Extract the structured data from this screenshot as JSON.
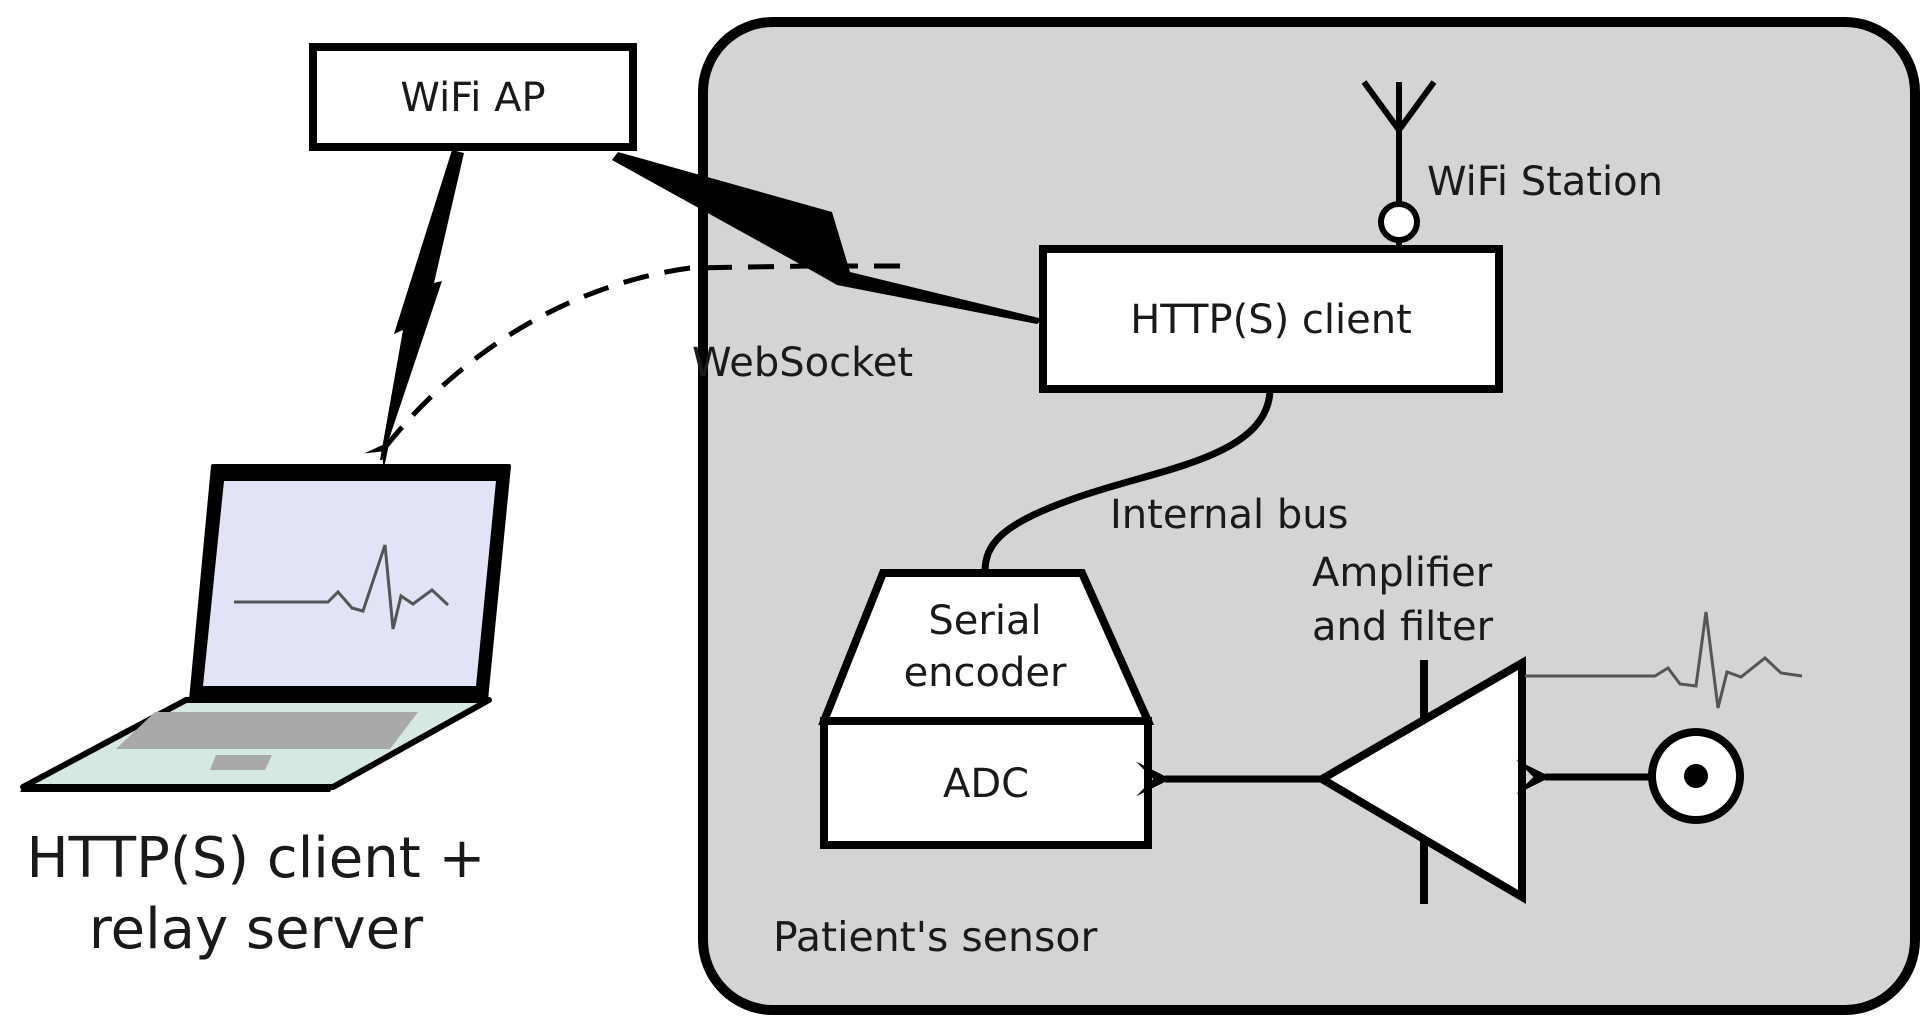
{
  "nodes": {
    "wifi_ap": "WiFi AP",
    "http_client": "HTTP(S) client",
    "serial_encoder": [
      "Serial",
      "encoder"
    ],
    "adc": "ADC",
    "laptop_caption": [
      "HTTP(S) client +",
      "relay server"
    ]
  },
  "labels": {
    "wifi_station": "WiFi Station",
    "websocket": "WebSocket",
    "internal_bus": "Internal bus",
    "amplifier": [
      "Amplifier",
      "and filter"
    ],
    "sensor_region": "Patient's sensor"
  },
  "icons": [
    "laptop-icon",
    "antenna-icon",
    "amplifier-icon",
    "electrode-icon",
    "lightning-bolt-icon",
    "ecg-waveform-icon"
  ],
  "colors": {
    "sensor_fill": "#d4d4d4",
    "laptop_screen": "#e3e3f7",
    "laptop_base": "#d5e8e3",
    "stroke": "#000000",
    "waveform": "#555555"
  }
}
